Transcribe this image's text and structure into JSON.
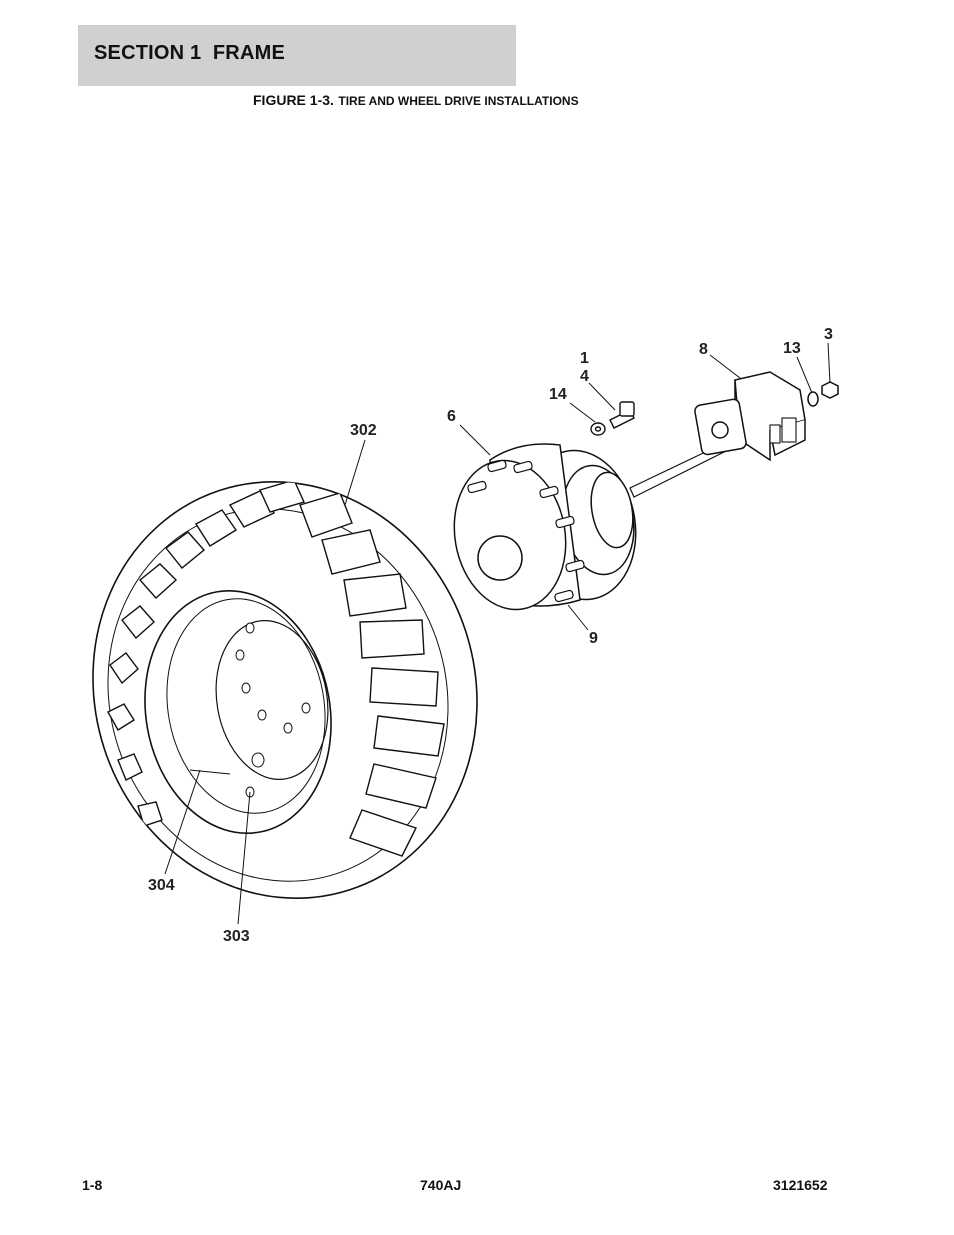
{
  "header": {
    "section_title": "SECTION 1  FRAME"
  },
  "figure": {
    "number": "FIGURE 1-3.",
    "title": "TIRE AND WHEEL DRIVE INSTALLATIONS"
  },
  "callouts": {
    "c302": "302",
    "c6": "6",
    "c1": "1",
    "c4": "4",
    "c14": "14",
    "c8": "8",
    "c13": "13",
    "c3": "3",
    "c9": "9",
    "c304": "304",
    "c303": "303"
  },
  "footer": {
    "page": "1-8",
    "model": "740AJ",
    "doc_number": "3121652"
  }
}
